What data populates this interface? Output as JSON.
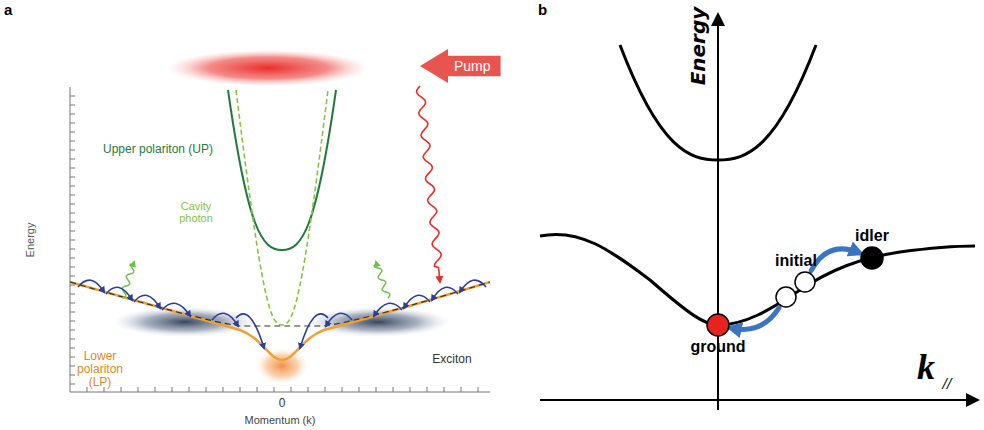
{
  "diagram": {
    "nodes": [
      {
        "text": [
          "Pump"
        ]
      },
      {
        "text": [
          "initial"
        ]
      },
      {
        "text": [
          "idler"
        ]
      },
      {
        "text": [
          "ground"
        ]
      }
    ],
    "edges": [
      {
        "from": 1,
        "to": 3,
        "arrow": "to"
      },
      {
        "from": 1,
        "to": 2,
        "arrow": "to"
      }
    ],
    "labels": [
      "a",
      "Energy",
      "Upper polariton (UP)",
      "Cavity photon",
      "Lower polariton (LP)",
      "Exciton",
      "0",
      "Momentum (k)",
      "b",
      "Energy",
      "k",
      "//"
    ]
  }
}
